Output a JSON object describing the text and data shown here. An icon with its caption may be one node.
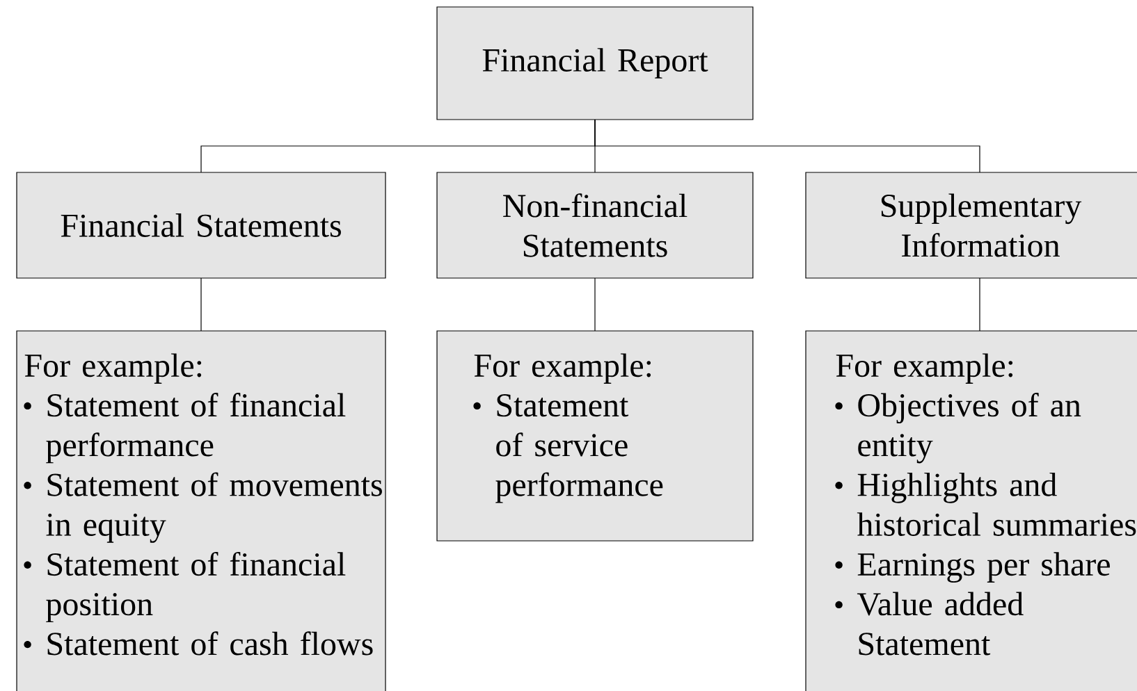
{
  "diagram": {
    "nodes": [
      {
        "text": [
          "Financial Report"
        ]
      },
      {
        "text": [
          "Financial Statements"
        ]
      },
      {
        "text": [
          "Non-financial Statements"
        ]
      },
      {
        "text": [
          "Supplementary Information"
        ]
      },
      {
        "text": [
          "For example:",
          "Statement of financial performance",
          "Statement of movements in equity",
          "Statement of financial position",
          "Statement of cash flows"
        ]
      },
      {
        "text": [
          "For example:",
          "Statement of service performance"
        ]
      },
      {
        "text": [
          "For example:",
          "Objectives of an entity",
          "Highlights and historical summaries",
          "Earnings per share",
          "Value added Statement"
        ]
      }
    ],
    "edges": [
      {
        "from": 0,
        "to": 1,
        "arrow": "none"
      },
      {
        "from": 0,
        "to": 2,
        "arrow": "none"
      },
      {
        "from": 0,
        "to": 3,
        "arrow": "none"
      },
      {
        "from": 1,
        "to": 4,
        "arrow": "none"
      },
      {
        "from": 2,
        "to": 5,
        "arrow": "none"
      },
      {
        "from": 3,
        "to": 6,
        "arrow": "none"
      }
    ]
  }
}
